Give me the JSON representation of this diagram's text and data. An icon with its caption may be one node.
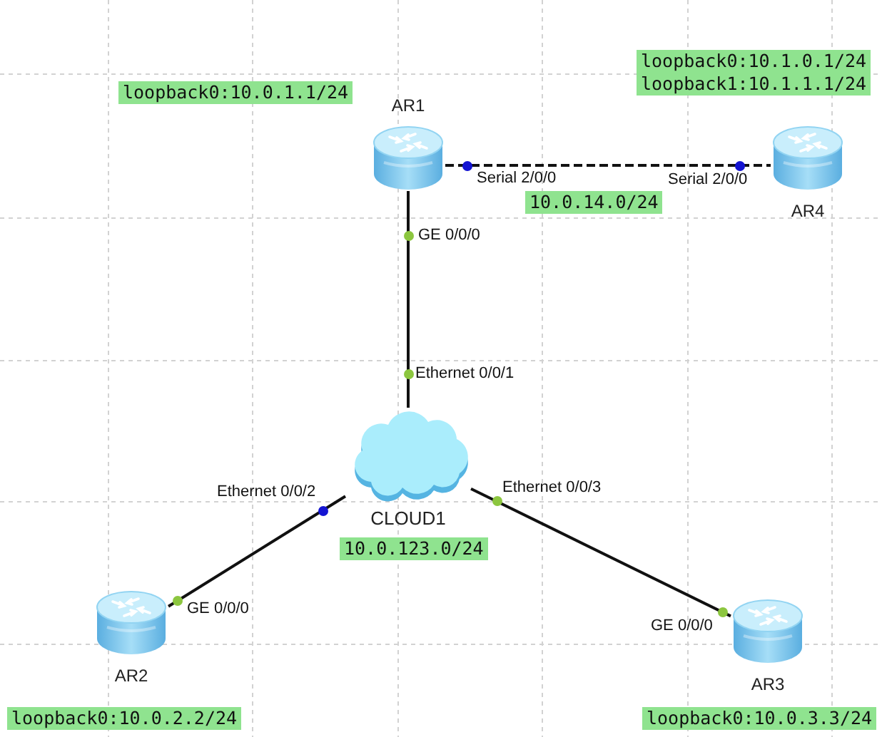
{
  "diagram": {
    "nodes": [
      {
        "text": [
          "AR1"
        ],
        "beside": [
          "loopback0:10.0.1.1/24"
        ]
      },
      {
        "text": [
          "AR4"
        ],
        "beside": [
          "loopback0:10.1.0.1/24",
          "loopback1:10.1.1.1/24"
        ]
      },
      {
        "text": [
          "CLOUD1"
        ],
        "beside": [
          "10.0.123.0/24"
        ]
      },
      {
        "text": [
          "AR2"
        ],
        "beside": [
          "loopback0:10.0.2.2/24"
        ]
      },
      {
        "text": [
          "AR3"
        ],
        "beside": [
          "loopback0:10.0.3.3/24"
        ]
      }
    ],
    "edges": [
      {
        "from": 0,
        "to": 1,
        "arrow": "none",
        "style": "dashed",
        "label": "10.0.14.0/24"
      },
      {
        "from": 0,
        "to": 2,
        "arrow": "none"
      },
      {
        "from": 2,
        "to": 3,
        "arrow": "none"
      },
      {
        "from": 2,
        "to": 4,
        "arrow": "none"
      }
    ],
    "labels": [
      "Serial 2/0/0",
      "Serial 2/0/0",
      "GE 0/0/0",
      "Ethernet 0/0/1",
      "Ethernet 0/0/2",
      "Ethernet 0/0/3",
      "GE 0/0/0",
      "GE 0/0/0"
    ]
  }
}
